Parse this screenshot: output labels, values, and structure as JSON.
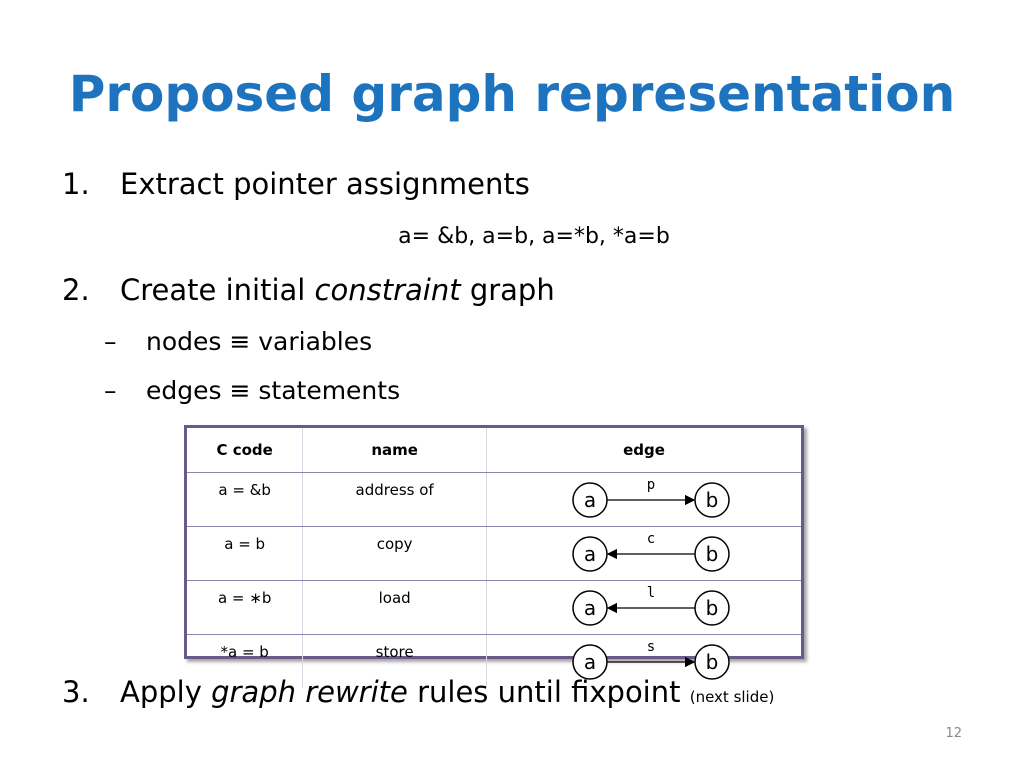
{
  "slide": {
    "title": "Proposed graph representation",
    "title_color": "#1e73be",
    "page_number": "12"
  },
  "list": {
    "item1": {
      "number": "1.",
      "text": "Extract pointer assignments"
    },
    "formula": "a= &b, a=b, a=*b, *a=b",
    "item2": {
      "number": "2.",
      "text_before": "Create initial ",
      "emphasis": "constraint",
      "text_after": " graph"
    },
    "sub1": {
      "dash": "–",
      "text": "nodes ≡ variables"
    },
    "sub2": {
      "dash": "–",
      "text": "edges ≡ statements"
    },
    "item3": {
      "number": "3.",
      "text_before": "Apply ",
      "emphasis": "graph rewrite",
      "text_after": " rules until fixpoint ",
      "note": "(next slide)"
    }
  },
  "table": {
    "headers": {
      "c_code": "C  code",
      "name": "name",
      "edge": "edge"
    },
    "rows": [
      {
        "c_code": "a = &b",
        "name": "address of",
        "edge_label": "p",
        "node_a": "a",
        "node_b": "b",
        "direction": "a-to-b"
      },
      {
        "c_code": "a = b",
        "name": "copy",
        "edge_label": "c",
        "node_a": "a",
        "node_b": "b",
        "direction": "b-to-a"
      },
      {
        "c_code": "a = ∗b",
        "name": "load",
        "edge_label": "l",
        "node_a": "a",
        "node_b": "b",
        "direction": "b-to-a"
      },
      {
        "c_code": "*a = b",
        "name": "store",
        "edge_label": "s",
        "node_a": "a",
        "node_b": "b",
        "direction": "a-to-b"
      }
    ],
    "border_color": "#6a5a8a"
  }
}
